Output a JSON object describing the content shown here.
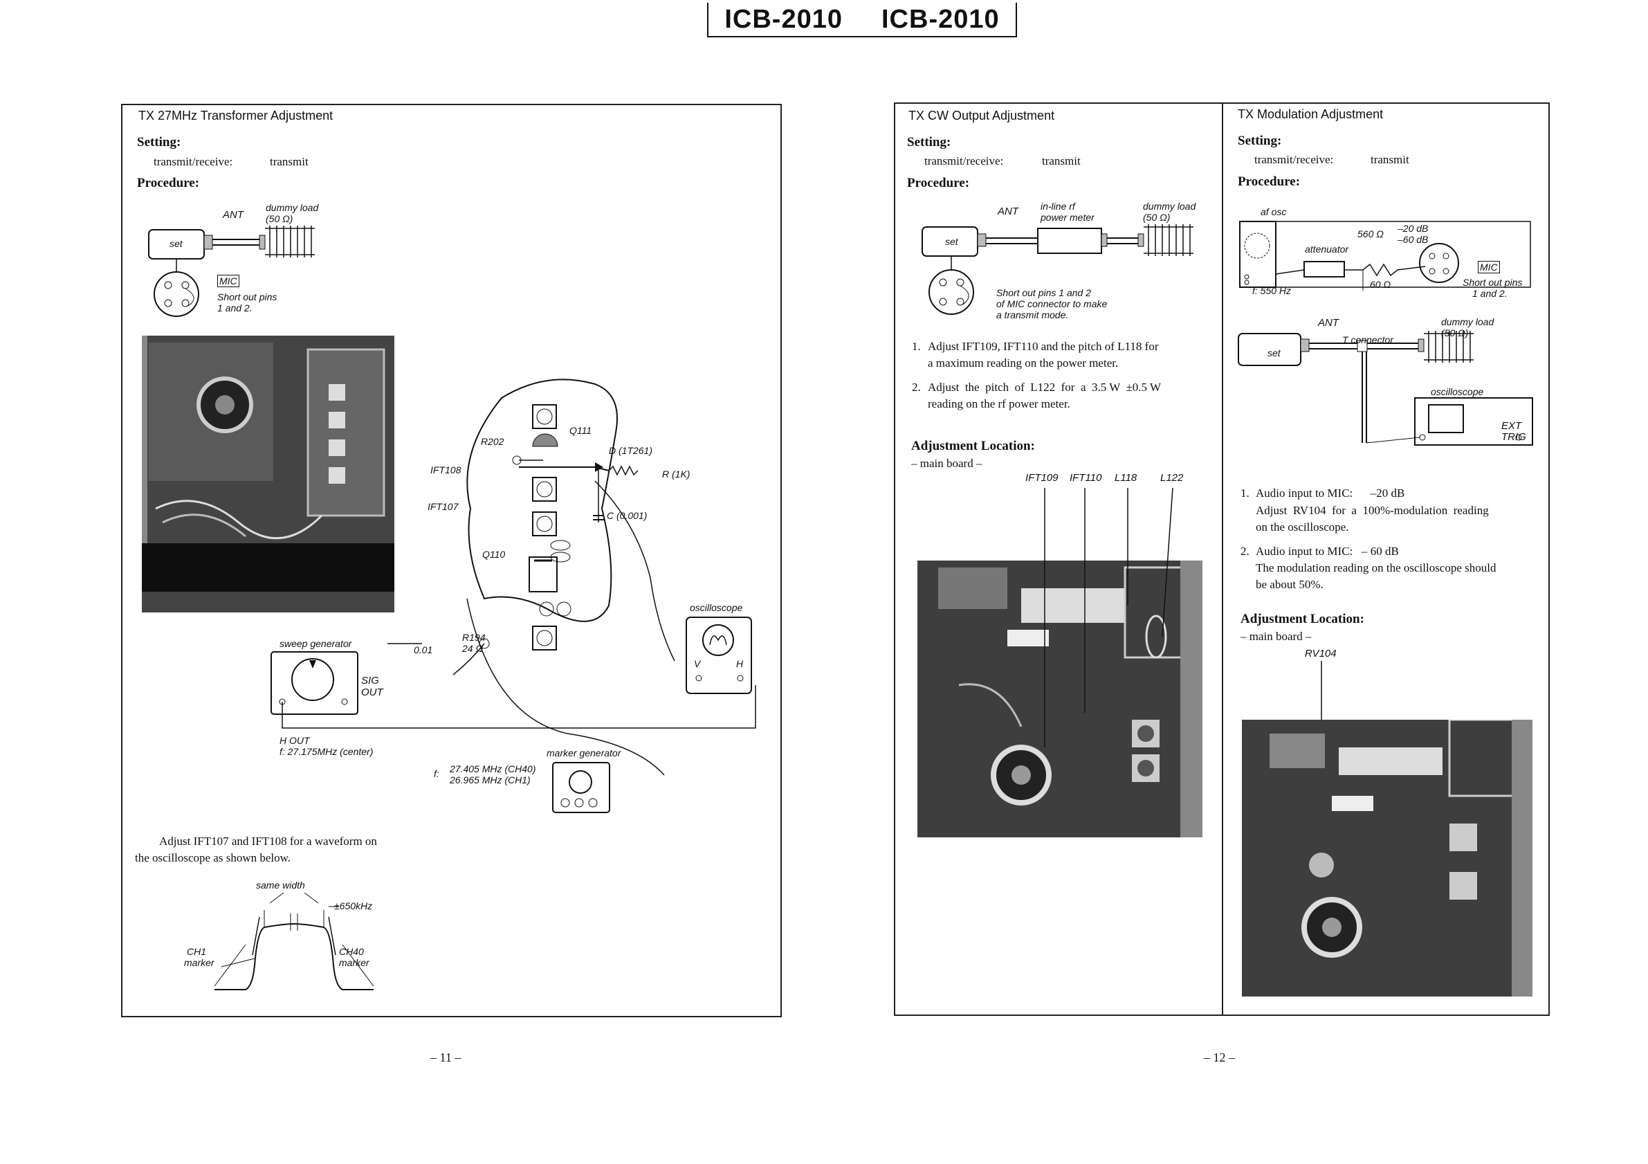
{
  "header": {
    "left_model": "ICB-2010",
    "right_model": "ICB-2010"
  },
  "page11": {
    "title": "TX 27MHz Transformer Adjustment",
    "setting_heading": "Setting:",
    "setting_key": "transmit/receive:",
    "setting_value": "transmit",
    "procedure_heading": "Procedure:",
    "diag": {
      "ant": "ANT",
      "dummy_load": "dummy load",
      "dummy_ohm": "(50 Ω)",
      "set": "set",
      "mic": "MIC",
      "short_pins": "Short out pins",
      "short_pins2": "1 and 2."
    },
    "board": {
      "r202": "R202",
      "q111": "Q111",
      "d": "D (1T261)",
      "r": "R (1K)",
      "ift108": "IFT108",
      "ift107": "IFT107",
      "c": "C (0.001)",
      "q110": "Q110",
      "r194": "R194",
      "r194v": "24 Ω",
      "cap": "0.01",
      "oscilloscope": "oscilloscope",
      "v": "V",
      "h": "H",
      "sweep": "sweep generator",
      "sig": "SIG",
      "out": "OUT",
      "hout": "H OUT",
      "hout_f": "f: 27.175MHz (center)",
      "marker_gen": "marker generator",
      "f_label": "f:",
      "f1": "27.405 MHz (CH40)",
      "f2": "26.965 MHz (CH1)"
    },
    "instruction_line1": "Adjust IFT107 and IFT108 for a waveform on",
    "instruction_line2": "the oscilloscope as shown below.",
    "wave": {
      "same_width": "same width",
      "khz": "±650kHz",
      "ch1": "CH1",
      "ch1m": "marker",
      "ch40": "CH40",
      "ch40m": "marker"
    },
    "page_number": "– 11 –"
  },
  "page12a": {
    "title": "TX  CW  Output Adjustment",
    "setting_heading": "Setting:",
    "setting_key": "transmit/receive:",
    "setting_value": "transmit",
    "procedure_heading": "Procedure:",
    "diag": {
      "ant": "ANT",
      "inline1": "in-line rf",
      "inline2": "power meter",
      "dummy_load": "dummy load",
      "dummy_ohm": "(50 Ω)",
      "set": "set",
      "note1": "Short out pins 1 and 2",
      "note2": "of MIC connector to make",
      "note3": "a transmit mode."
    },
    "steps": [
      {
        "n": "1.",
        "l1": "Adjust IFT109, IFT110 and the pitch of L118 for",
        "l2": "a maximum reading on the power meter."
      },
      {
        "n": "2.",
        "l1": "Adjust  the  pitch  of  L122  for  a  3.5 W  ±0.5 W",
        "l2": "reading on the rf power meter."
      }
    ],
    "adj_heading": "Adjustment Location:",
    "adj_sub": "– main board –",
    "parts": [
      "IFT109",
      "IFT110",
      "L118",
      "L122"
    ]
  },
  "page12b": {
    "title": "TX  Modulation Adjustment",
    "setting_heading": "Setting:",
    "setting_key": "transmit/receive:",
    "setting_value": "transmit",
    "procedure_heading": "Procedure:",
    "diag": {
      "af_osc": "af osc",
      "f_hz": "f: 550 Hz",
      "ohm560": "560 Ω",
      "db20": "–20 dB",
      "db60": "–60 dB",
      "attenuator": "attenuator",
      "ohm60": "60 Ω",
      "mic": "MIC",
      "short1": "Short out pins",
      "short2": "1 and 2.",
      "ant": "ANT",
      "dummy_load": "dummy load",
      "dummy_ohm": "(50 Ω)",
      "tconn": "T connector",
      "set": "set",
      "oscilloscope": "oscilloscope",
      "ext": "EXT",
      "trig": "TRIG"
    },
    "steps": [
      {
        "n": "1.",
        "l1": "Audio input to MIC:      –20 dB",
        "l2": "Adjust  RV104  for  a  100%-modulation  reading",
        "l3": "on the oscilloscope."
      },
      {
        "n": "2.",
        "l1": "Audio input to MIC:   – 60 dB",
        "l2": "The modulation reading on the oscilloscope should",
        "l3": "be about 50%."
      }
    ],
    "adj_heading": "Adjustment Location:",
    "adj_sub": "– main board –",
    "part": "RV104",
    "page_number": "– 12 –"
  }
}
